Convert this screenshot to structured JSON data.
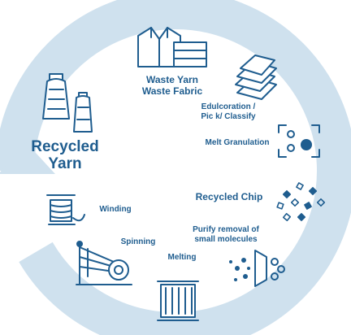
{
  "center_title": {
    "line1": "Recycled",
    "line2": "Yarn"
  },
  "steps": [
    {
      "id": "waste",
      "line1": "Waste Yarn",
      "line2": "Waste Fabric",
      "icon": "folded-garments-icon"
    },
    {
      "id": "edulcoration",
      "line1": "Edulcoration /",
      "line2": "Pic k/ Classify",
      "icon": "stacked-sheets-icon"
    },
    {
      "id": "melt-granulation",
      "line1": "Melt Granulation",
      "icon": "granule-frame-icon"
    },
    {
      "id": "recycled-chip",
      "line1": "Recycled Chip",
      "icon": "chips-scatter-icon"
    },
    {
      "id": "purify",
      "line1": "Purify removal of",
      "line2": "small molecules",
      "icon": "filter-molecules-icon"
    },
    {
      "id": "melting",
      "line1": "Melting",
      "icon": "melting-machine-icon"
    },
    {
      "id": "spinning",
      "line1": "Spinning",
      "icon": "spinning-machine-icon"
    },
    {
      "id": "winding",
      "line1": "Winding",
      "icon": "winding-spool-icon"
    }
  ],
  "colors": {
    "ring": "#cfe1ee",
    "ink": "#1f5d8f",
    "accent": "#2b78b6"
  }
}
